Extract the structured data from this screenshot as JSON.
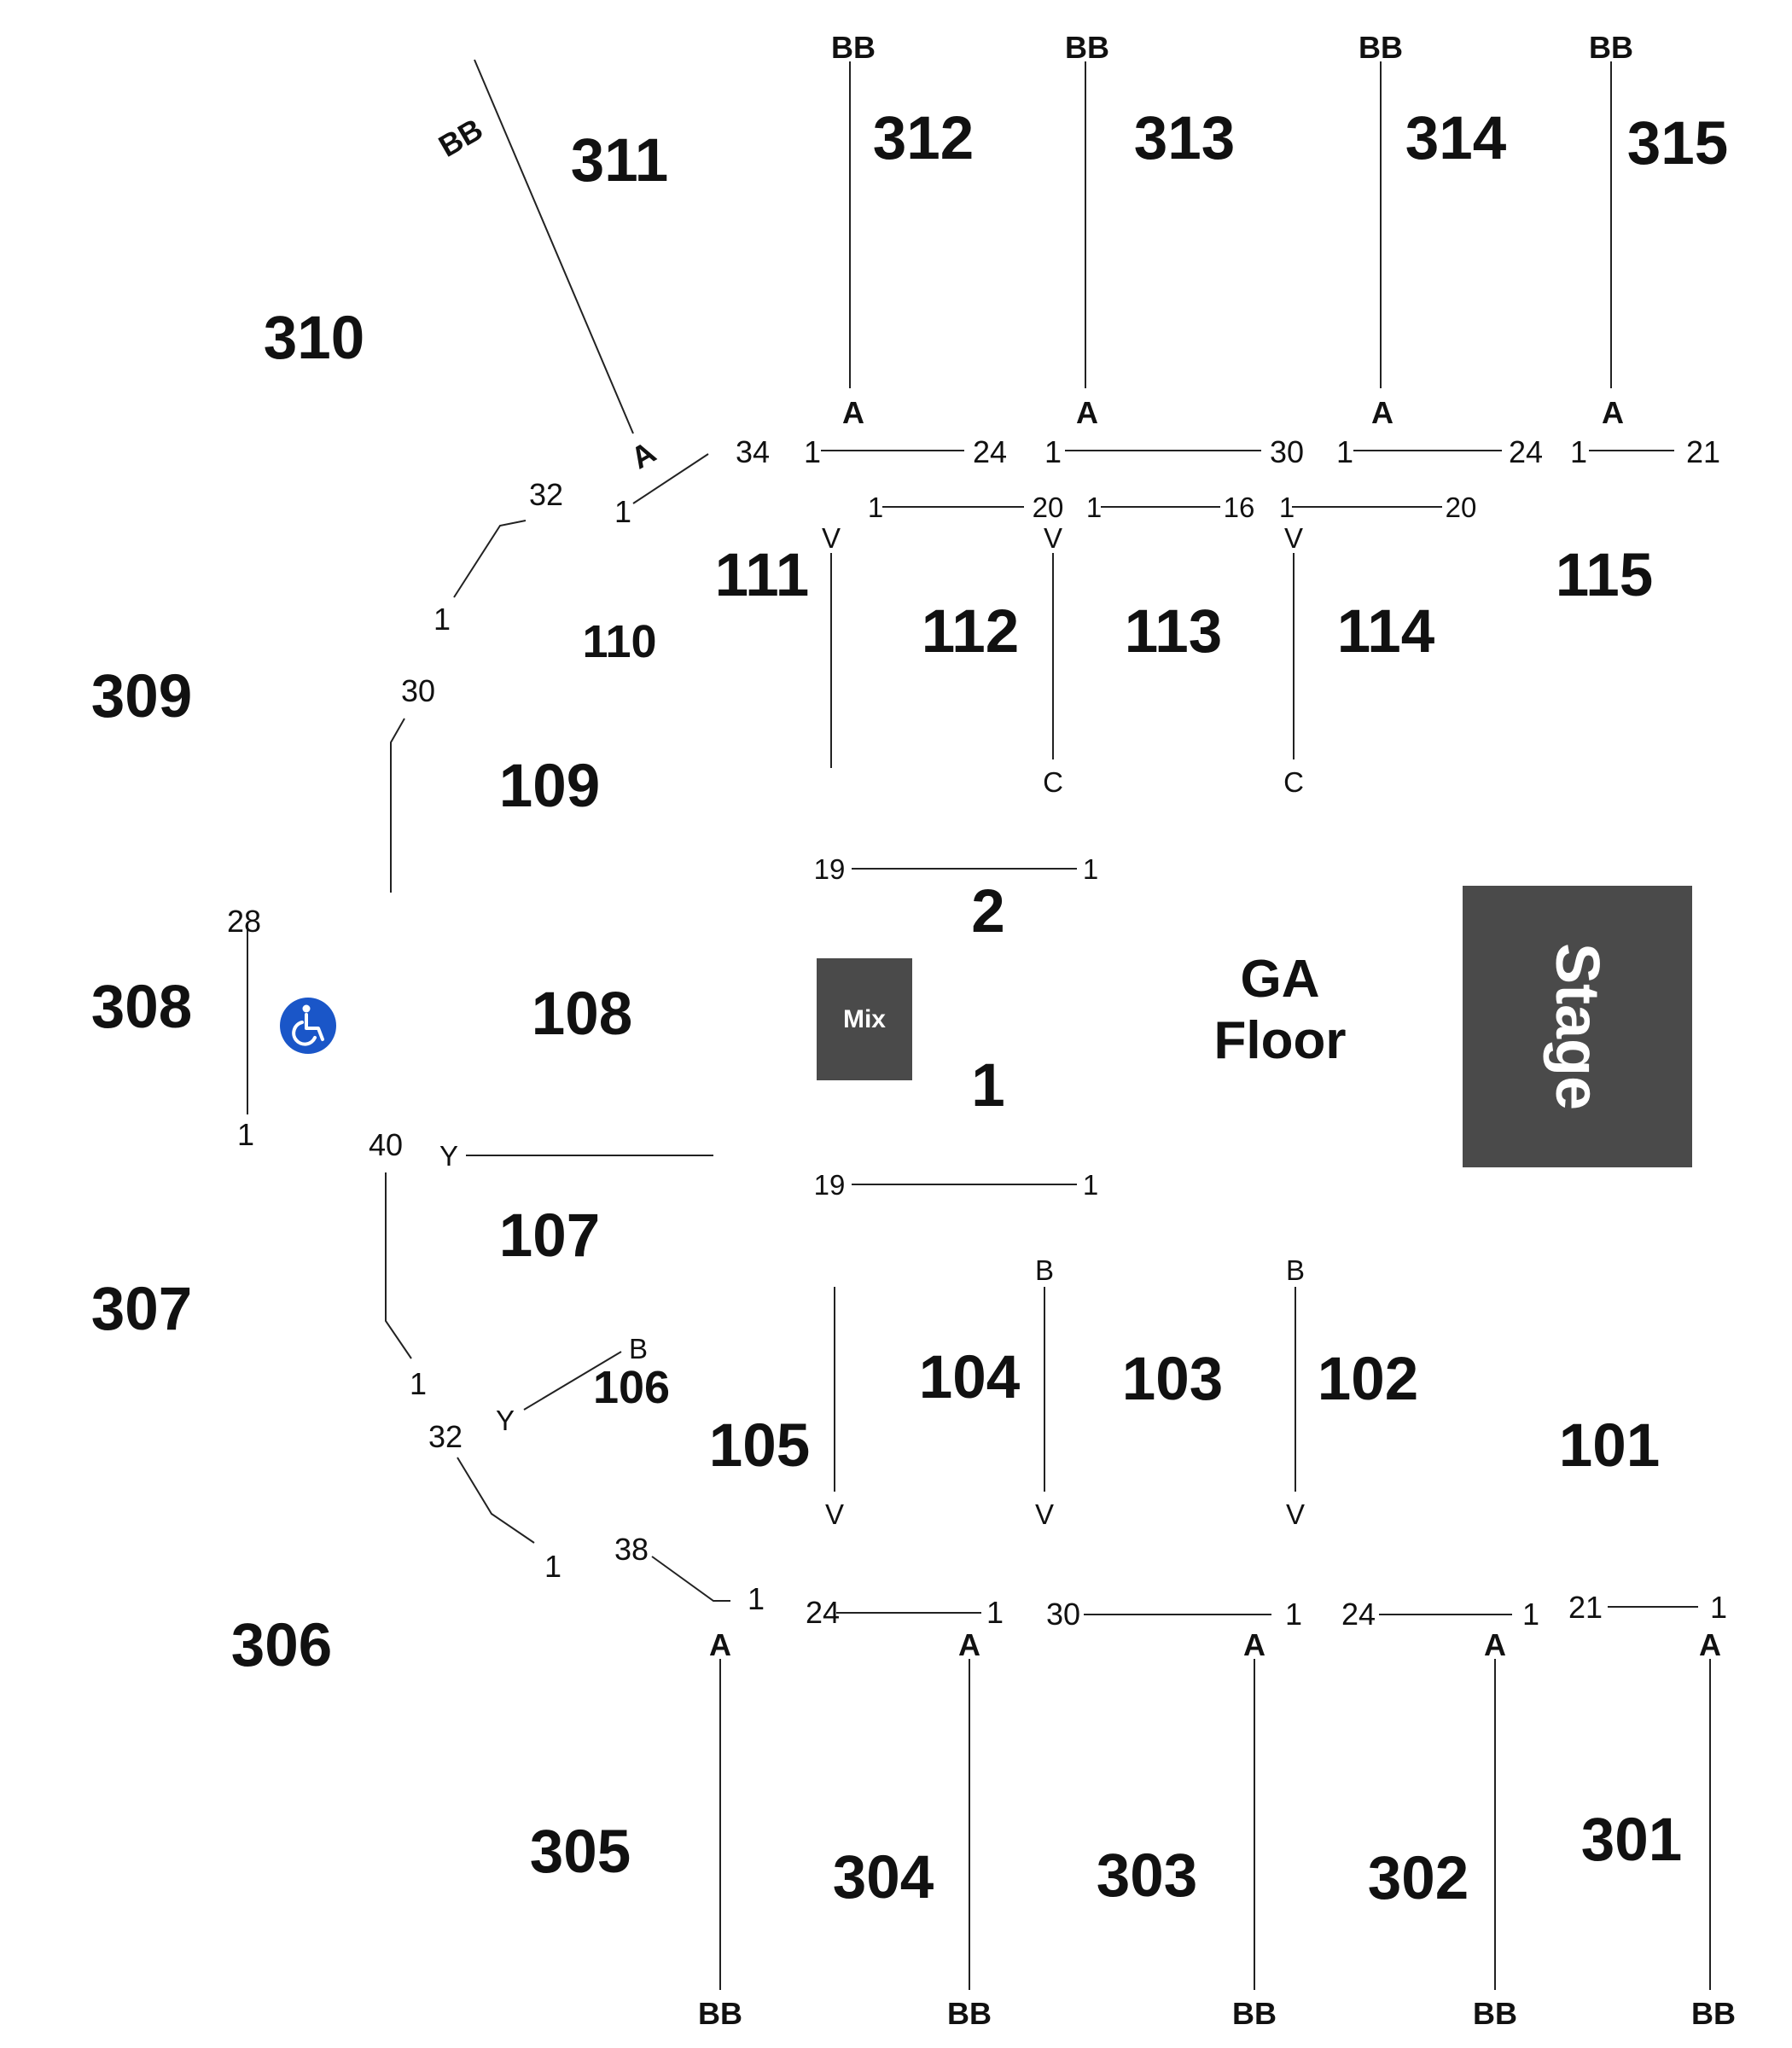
{
  "colors": {
    "background": "#ffffff",
    "text": "#111111",
    "block": "#4a4a4a",
    "block_text": "#ffffff",
    "accessible": "#1a56c8"
  },
  "upper_sections": [
    "301",
    "302",
    "303",
    "304",
    "305",
    "306",
    "307",
    "308",
    "309",
    "310",
    "311",
    "312",
    "313",
    "314",
    "315"
  ],
  "lower_sections": [
    "101",
    "102",
    "103",
    "104",
    "105",
    "106",
    "107",
    "108",
    "109",
    "110",
    "111",
    "112",
    "113",
    "114",
    "115"
  ],
  "floor": {
    "section_1": "1",
    "section_2": "2",
    "ga_line1": "GA",
    "ga_line2": "Floor",
    "mix": "Mix",
    "stage": "Stage",
    "row_start": "19",
    "row_end": "1"
  },
  "row_labels": {
    "a": "A",
    "bb": "BB",
    "b": "B",
    "c": "C",
    "v": "V",
    "y": "Y"
  },
  "seat_labels": {
    "s1": "1",
    "s16": "16",
    "s19": "19",
    "s20": "20",
    "s21": "21",
    "s24": "24",
    "s28": "28",
    "s30": "30",
    "s32": "32",
    "s34": "34",
    "s38": "38",
    "s40": "40"
  },
  "icons": {
    "accessible": "wheelchair-icon"
  }
}
